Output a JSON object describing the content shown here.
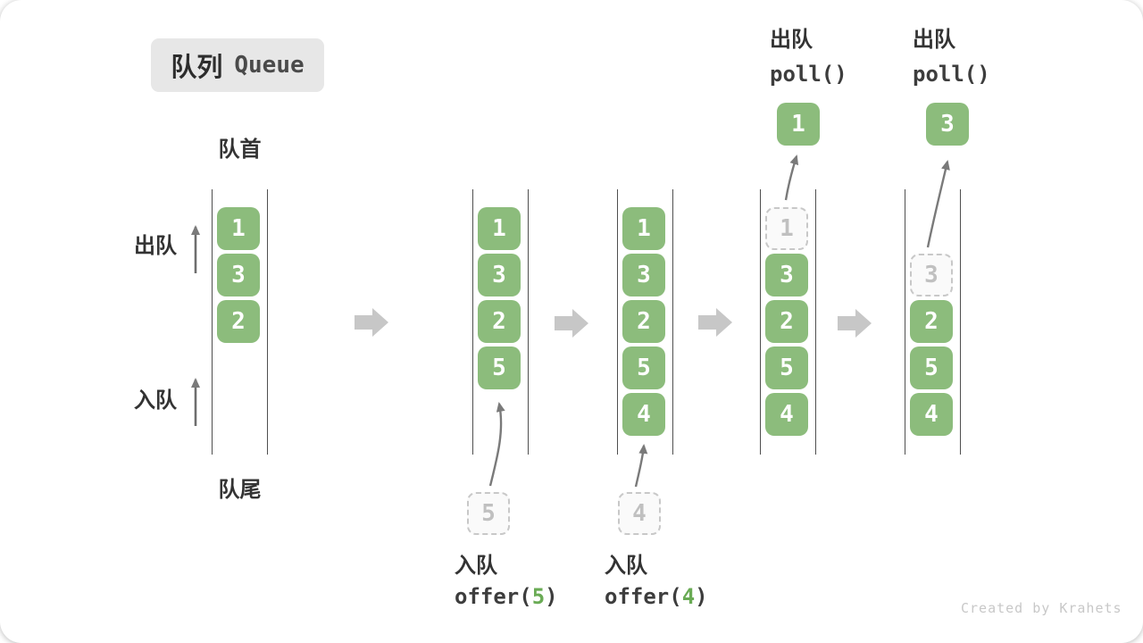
{
  "title": {
    "badge_zh": "队列",
    "badge_en": "Queue"
  },
  "labels": {
    "front": "队首",
    "rear": "队尾",
    "dequeue": "出队",
    "enqueue": "入队"
  },
  "queues": [
    {
      "boxes": [
        {
          "value": "1",
          "state": "solid"
        },
        {
          "value": "3",
          "state": "solid"
        },
        {
          "value": "2",
          "state": "solid"
        }
      ]
    },
    {
      "boxes": [
        {
          "value": "1",
          "state": "solid"
        },
        {
          "value": "3",
          "state": "solid"
        },
        {
          "value": "2",
          "state": "solid"
        },
        {
          "value": "5",
          "state": "solid"
        }
      ]
    },
    {
      "boxes": [
        {
          "value": "1",
          "state": "solid"
        },
        {
          "value": "3",
          "state": "solid"
        },
        {
          "value": "2",
          "state": "solid"
        },
        {
          "value": "5",
          "state": "solid"
        },
        {
          "value": "4",
          "state": "solid"
        }
      ]
    },
    {
      "boxes": [
        {
          "value": "1",
          "state": "ghost"
        },
        {
          "value": "3",
          "state": "solid"
        },
        {
          "value": "2",
          "state": "solid"
        },
        {
          "value": "5",
          "state": "solid"
        },
        {
          "value": "4",
          "state": "solid"
        }
      ]
    },
    {
      "boxes": [
        {
          "value": "3",
          "state": "ghost"
        },
        {
          "value": "2",
          "state": "solid"
        },
        {
          "value": "5",
          "state": "solid"
        },
        {
          "value": "4",
          "state": "solid"
        }
      ]
    }
  ],
  "enqueue_ops": [
    {
      "label": "入队",
      "code_prefix": "offer(",
      "arg": "5",
      "code_suffix": ")",
      "staged_value": "5"
    },
    {
      "label": "入队",
      "code_prefix": "offer(",
      "arg": "4",
      "code_suffix": ")",
      "staged_value": "4"
    }
  ],
  "poll_ops": [
    {
      "label": "出队",
      "code": "poll()",
      "value": "1"
    },
    {
      "label": "出队",
      "code": "poll()",
      "value": "3"
    }
  ],
  "watermark": "Created by Krahets",
  "colors": {
    "box_green": "#8cbc7c",
    "code_green": "#6aab55",
    "ghost_border": "#c8c8c8",
    "ghost_text": "#c0c0c0",
    "queue_line": "#4f4f4f",
    "thin_arrow": "#7a7a7a",
    "block_arrow": "#c7c7c7",
    "badge_bg": "#e7e7e7",
    "text": "#333333",
    "watermark": "#c8c8c8"
  }
}
